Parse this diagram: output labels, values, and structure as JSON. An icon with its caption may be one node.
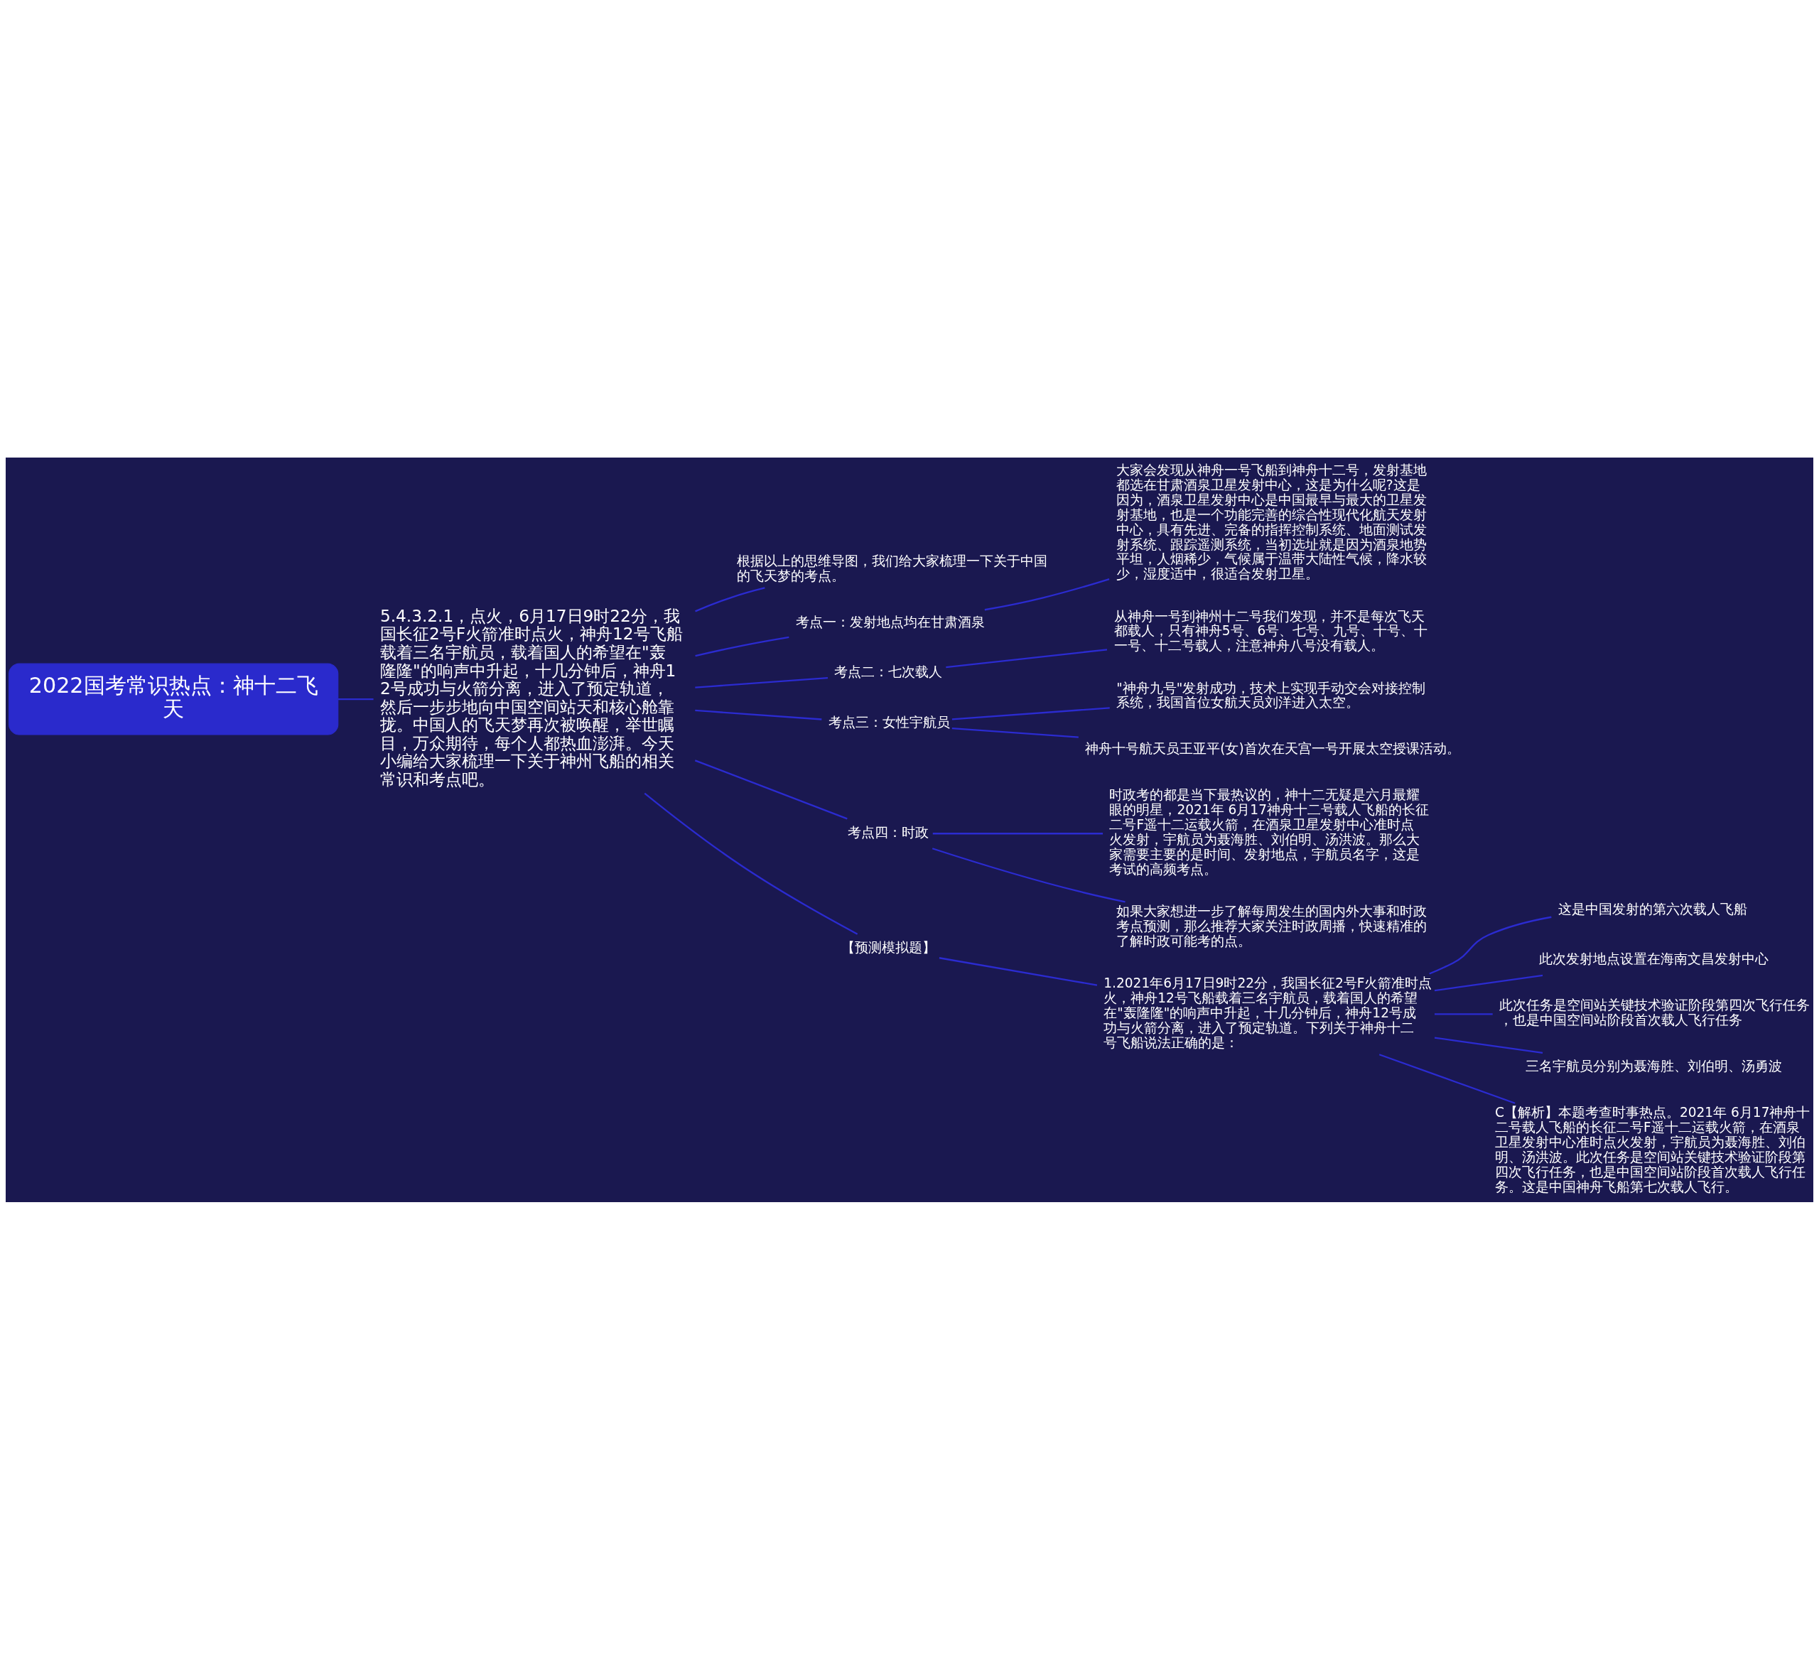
{
  "diagram": {
    "nodes": [
      {
        "text": [
          "2022国考常识热点：神十二飞天"
        ]
      },
      {
        "text": [
          "5.4.3.2.1，点火，6月17日9时22分，我国长征2号F火箭准时点火，神舟12号飞船载着三名宇航员，载着国人的希望在\"轰隆隆\"的响声中升起，十几分钟后，神舟12号成功与火箭分离，进入了预定轨道，然后一步步地向中国空间站天和核心舱靠拢。中国人的飞天梦再次被唤醒，举世瞩目，万众期待，每个人都热血澎湃。今天小编给大家梳理一下关于神州飞船的相关常识和考点吧。"
        ]
      },
      {
        "text": [
          "根据以上的思维导图，我们给大家梳理一下关于中国的飞天梦的考点。"
        ]
      },
      {
        "text": [
          "考点一：发射地点均在甘肃酒泉"
        ]
      },
      {
        "text": [
          "大家会发现从神舟一号飞船到神舟十二号，发射基地都选在甘肃酒泉卫星发射中心，这是为什么呢?这是因为，酒泉卫星发射中心是中国最早与最大的卫星发射基地，也是一个功能完善的综合性现代化航天发射中心，具有先进、完备的指挥控制系统、地面测试发射系统、跟踪遥测系统，当初选址就是因为酒泉地势平坦，人烟稀少，气候属于温带大陆性气候，降水较少，湿度适中，很适合发射卫星。"
        ]
      },
      {
        "text": [
          "考点二：七次载人"
        ]
      },
      {
        "text": [
          "从神舟一号到神州十二号我们发现，并不是每次飞天都载人，只有神舟5号、6号、七号、九号、十号、十一号、十二号载人，注意神舟八号没有载人。"
        ]
      },
      {
        "text": [
          "考点三：女性宇航员"
        ]
      },
      {
        "text": [
          "\"神舟九号\"发射成功，技术上实现手动交会对接控制系统，我国首位女航天员刘洋进入太空。"
        ]
      },
      {
        "text": [
          "神舟十号航天员王亚平(女)首次在天宫一号开展太空授课活动。"
        ]
      },
      {
        "text": [
          "考点四：时政"
        ]
      },
      {
        "text": [
          "时政考的都是当下最热议的，神十二无疑是六月最耀眼的明星，2021年 6月17神舟十二号载人飞船的长征二号F遥十二运载火箭，在酒泉卫星发射中心准时点火发射，宇航员为聂海胜、刘伯明、汤洪波。那么大家需要主要的是时间、发射地点，宇航员名字，这是考试的高频考点。"
        ]
      },
      {
        "text": [
          "如果大家想进一步了解每周发生的国内外大事和时政考点预测，那么推荐大家关注时政周播，快速精准的了解时政可能考的点。"
        ]
      },
      {
        "text": [
          "【预测模拟题】"
        ]
      },
      {
        "text": [
          "1.2021年6月17日9时22分，我国长征2号F火箭准时点火，神舟12号飞船载着三名宇航员，载着国人的希望在\"轰隆隆\"的响声中升起，十几分钟后，神舟12号成功与火箭分离，进入了预定轨道。下列关于神舟十二号飞船说法正确的是："
        ]
      },
      {
        "text": [
          "这是中国发射的第六次载人飞船"
        ]
      },
      {
        "text": [
          "此次发射地点设置在海南文昌发射中心"
        ]
      },
      {
        "text": [
          "此次任务是空间站关键技术验证阶段第四次飞行任务，也是中国空间站阶段首次载人飞行任务"
        ]
      },
      {
        "text": [
          "三名宇航员分别为聂海胜、刘伯明、汤勇波"
        ]
      },
      {
        "text": [
          "C【解析】本题考查时事热点。2021年 6月17神舟十二号载人飞船的长征二号F遥十二运载火箭，在酒泉卫星发射中心准时点火发射，宇航员为聂海胜、刘伯明、汤洪波。此次任务是空间站关键技术验证阶段第四次飞行任务，也是中国空间站阶段首次载人飞行任务。这是中国神舟飞船第七次载人飞行。"
        ]
      }
    ],
    "edges": [
      {
        "from": 0,
        "to": 1,
        "arrow": "none"
      },
      {
        "from": 1,
        "to": 2,
        "arrow": "none"
      },
      {
        "from": 1,
        "to": 3,
        "arrow": "none"
      },
      {
        "from": 3,
        "to": 4,
        "arrow": "none"
      },
      {
        "from": 1,
        "to": 5,
        "arrow": "none"
      },
      {
        "from": 5,
        "to": 6,
        "arrow": "none"
      },
      {
        "from": 1,
        "to": 7,
        "arrow": "none"
      },
      {
        "from": 7,
        "to": 8,
        "arrow": "none"
      },
      {
        "from": 7,
        "to": 9,
        "arrow": "none"
      },
      {
        "from": 1,
        "to": 10,
        "arrow": "none"
      },
      {
        "from": 10,
        "to": 11,
        "arrow": "none"
      },
      {
        "from": 10,
        "to": 12,
        "arrow": "none"
      },
      {
        "from": 1,
        "to": 13,
        "arrow": "none"
      },
      {
        "from": 13,
        "to": 14,
        "arrow": "none"
      },
      {
        "from": 14,
        "to": 15,
        "arrow": "none"
      },
      {
        "from": 14,
        "to": 16,
        "arrow": "none"
      },
      {
        "from": 14,
        "to": 17,
        "arrow": "none"
      },
      {
        "from": 14,
        "to": 18,
        "arrow": "none"
      },
      {
        "from": 14,
        "to": 19,
        "arrow": "none"
      }
    ]
  }
}
